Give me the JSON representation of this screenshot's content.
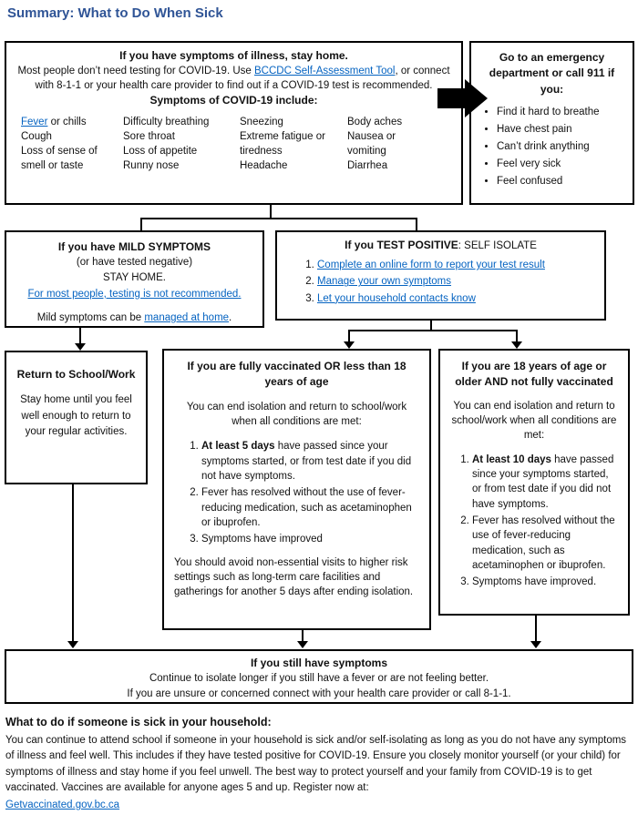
{
  "colors": {
    "title-c": "#2F5496",
    "link-c": "#0563C1"
  },
  "page_title": "Summary: What to Do When Sick",
  "top_box": {
    "heading": "If you have symptoms of illness, stay home.",
    "intro_before_link": "Most people don’t need testing for COVID-19. Use ",
    "intro_link": "BCCDC Self-Assessment Tool",
    "intro_after_link": ", or connect with 8-1-1 or your health care provider to find out if a COVID-19 test is recommended.",
    "symptoms_heading": "Symptoms of COVID-19 include:",
    "col1_fever_link": "Fever",
    "col1_fever_rest": " or chills",
    "col1_items": [
      "Cough",
      "Loss of sense of smell or taste"
    ],
    "col2_items": [
      "Difficulty breathing",
      "Sore throat",
      "Loss of appetite",
      "Runny nose"
    ],
    "col3_items": [
      "Sneezing",
      "Extreme fatigue or tiredness",
      "Headache"
    ],
    "col4_items": [
      "Body aches",
      "Nausea or vomiting",
      "Diarrhea"
    ]
  },
  "emergency_box": {
    "heading": "Go to an emergency department or call 911 if you:",
    "bullets": [
      "Find it hard to breathe",
      "Have chest pain",
      "Can’t drink anything",
      "Feel very sick",
      "Feel confused"
    ]
  },
  "mild_box": {
    "heading": "If you have MILD SYMPTOMS",
    "line2": "(or have tested negative)",
    "line3": "STAY HOME.",
    "testing_link": "For most people, testing is not recommended.",
    "managed_before": "Mild symptoms can be ",
    "managed_link": "managed at home",
    "managed_after": "."
  },
  "positive_box": {
    "heading_bold": "If you TEST POSITIVE",
    "heading_rest": ": SELF ISOLATE",
    "steps": [
      "Complete an online form to report your test result",
      "Manage your own symptoms",
      "Let your household contacts know"
    ]
  },
  "return_box": {
    "heading": "Return to School/Work",
    "body": "Stay home until you feel well enough to return to your regular activities."
  },
  "vaccinated_box": {
    "heading": "If you are fully vaccinated OR less than 18 years of age",
    "intro": "You can end isolation and return to school/work when all conditions are met:",
    "item1_bold": "At least 5 days",
    "item1_rest": " have passed since your symptoms started, or from test date if you did not have symptoms.",
    "item2": "Fever has resolved without the use of fever-reducing medication, such as acetaminophen or ibuprofen.",
    "item3": "Symptoms have improved",
    "outro": "You should avoid non-essential visits to higher risk settings such as long-term care facilities and gatherings for another 5 days after ending isolation."
  },
  "unvaccinated_box": {
    "heading": "If you are 18 years of age or older AND not fully vaccinated",
    "intro": "You can end isolation and return to school/work when all conditions are met:",
    "item1_bold": "At least 10 days",
    "item1_rest": " have passed since your symptoms started, or from test date if you did not have symptoms.",
    "item2": "Fever has resolved without the use of fever-reducing medication, such as acetaminophen or ibuprofen.",
    "item3": "Symptoms have improved."
  },
  "still_box": {
    "heading": "If you still have symptoms",
    "line1": "Continue to isolate longer if you still have a fever or are not feeling better.",
    "line2": "If you are unsure or concerned connect with your health care provider or call 8-1-1."
  },
  "household": {
    "heading": "What to do if someone is sick in your household:",
    "body": "You can continue to attend school if someone in your household is sick and/or self-isolating as long as you do not have any symptoms of illness and feel well. This includes if they have tested positive for COVID-19. Ensure you closely monitor yourself (or your child) for symptoms of illness and stay home if you feel unwell. The best way to protect yourself and your family from COVID-19 is to get vaccinated. Vaccines are available for anyone ages 5 and up. Register now at:",
    "link": "Getvaccinated.gov.bc.ca"
  }
}
